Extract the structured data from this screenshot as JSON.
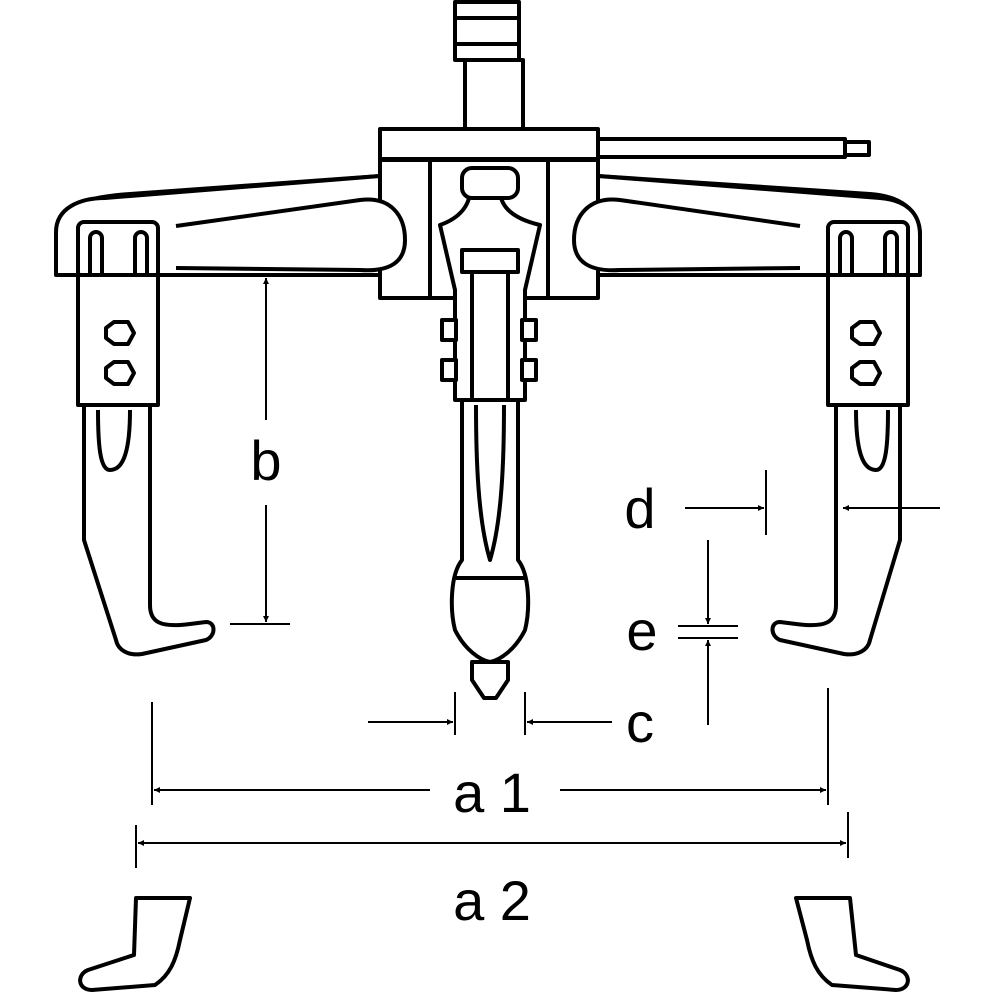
{
  "labels": {
    "b": "b",
    "d": "d",
    "e": "e",
    "c": "c",
    "a1": "a 1",
    "a2": "a 2"
  },
  "colors": {
    "stroke": "#000000",
    "fill": "#ffffff"
  }
}
